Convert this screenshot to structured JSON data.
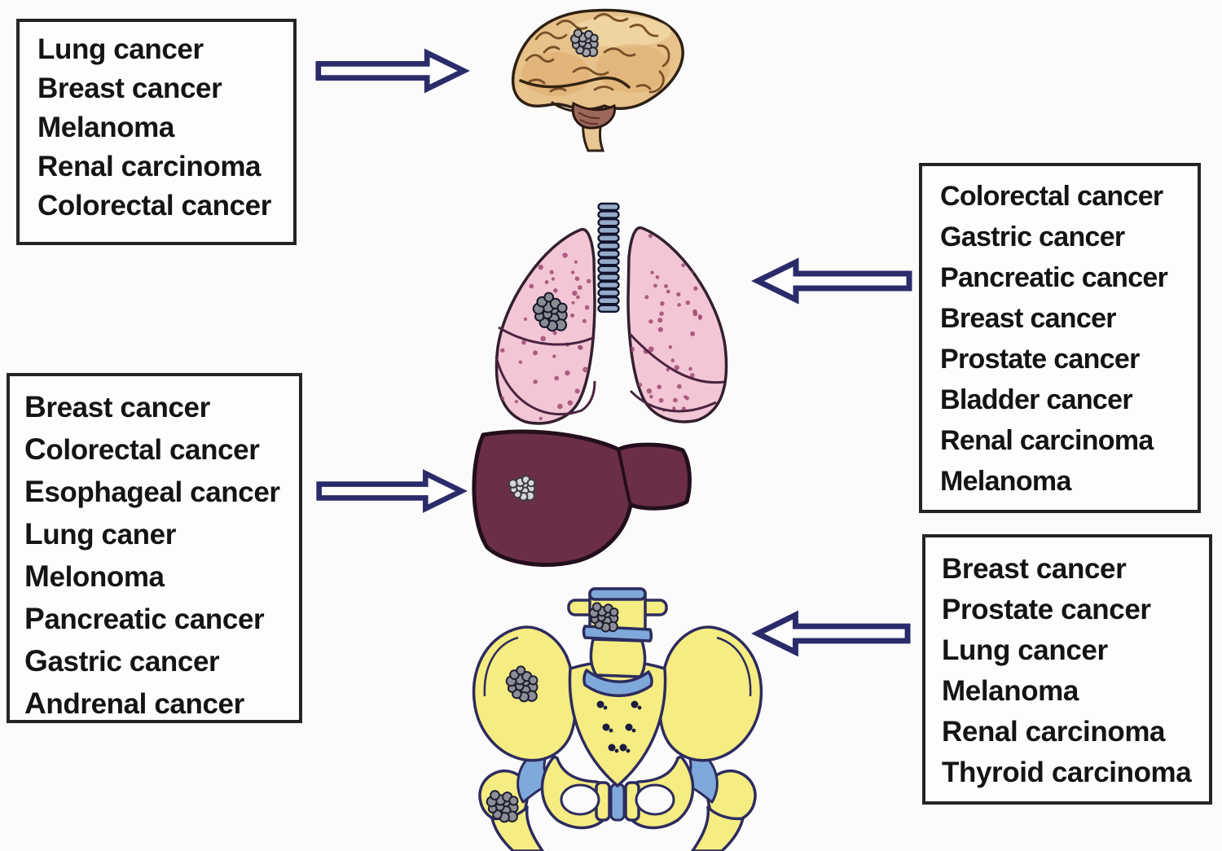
{
  "figure": {
    "boxes": {
      "brain": {
        "items": [
          "Lung cancer",
          "Breast cancer",
          "Melanoma",
          "Renal carcinoma",
          "Colorectal cancer"
        ]
      },
      "lungs": {
        "items": [
          "Colorectal cancer",
          "Gastric cancer",
          "Pancreatic cancer",
          "Breast cancer",
          "Prostate cancer",
          "Bladder cancer",
          "Renal carcinoma",
          "Melanoma"
        ]
      },
      "liver": {
        "items": [
          "Breast cancer",
          "Colorectal cancer",
          "Esophageal cancer",
          "Lung caner",
          "Melonoma",
          "Pancreatic cancer",
          "Gastric cancer",
          "Andrenal cancer"
        ]
      },
      "bone": {
        "items": [
          "Breast cancer",
          "Prostate cancer",
          "Lung cancer",
          "Melanoma",
          "Renal carcinoma",
          "Thyroid carcinoma"
        ]
      }
    },
    "icons": {
      "arrow_to_brain": "arrow-right-icon",
      "arrow_to_lungs": "arrow-left-icon",
      "arrow_to_liver": "arrow-right-icon",
      "arrow_to_bone": "arrow-left-icon",
      "organ_brain": "brain-illustration",
      "organ_lungs": "lungs-illustration",
      "organ_liver": "liver-illustration",
      "organ_bone": "pelvic-bone-illustration",
      "tumor": "tumor-cluster-icon"
    },
    "colors": {
      "background": "#fcfbfb",
      "box_border": "#242424",
      "text": "#141414",
      "arrow_outline": "#2b2b6b",
      "brain_fill": "#e7c28b",
      "brain_gyri": "#7a4f27",
      "cerebellum_fill": "#9c685c",
      "lung_fill": "#f2c6d5",
      "lung_speckle": "#a04a72",
      "trachea_fill": "#96abc9",
      "liver_fill": "#6b2e47",
      "bone_fill": "#f5ec82",
      "cartilage_fill": "#7fa9da",
      "bone_outline": "#2c2c5e",
      "tumor_gray": "#8e8e96"
    }
  }
}
